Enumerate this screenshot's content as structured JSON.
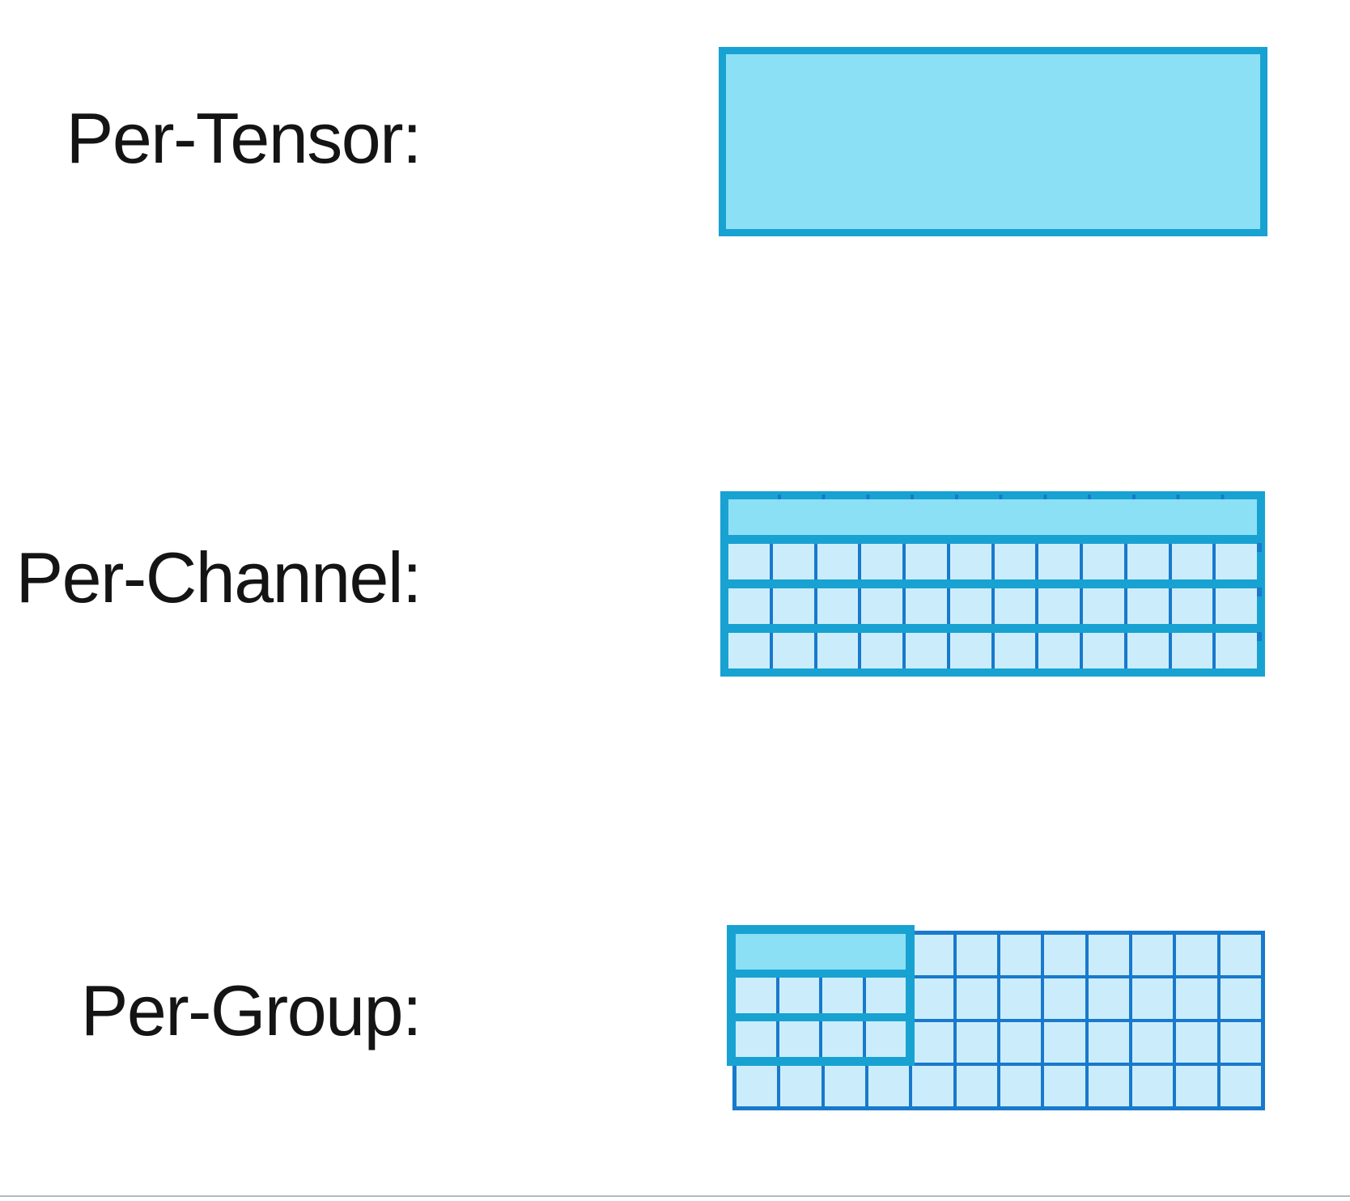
{
  "rows": [
    {
      "id": "tensor",
      "label": "Per-Tensor:"
    },
    {
      "id": "channel",
      "label": "Per-Channel:"
    },
    {
      "id": "group",
      "label": "Per-Group:"
    }
  ],
  "colors": {
    "frame_teal": "#18A2D2",
    "grid_line_blue": "#1979CC",
    "scale_band_fill": "#8CE0F6",
    "cell_fill": "#CBEDFB",
    "label_text": "#141414",
    "bottom_hairline": "#B3B9C0"
  },
  "channel_grid": {
    "columns": 12,
    "data_rows": 3,
    "header_rows": 1
  },
  "group_grid": {
    "columns": 12,
    "rows": 4,
    "group_columns": 4,
    "group_rows": 3,
    "group_header_rows": 1
  }
}
